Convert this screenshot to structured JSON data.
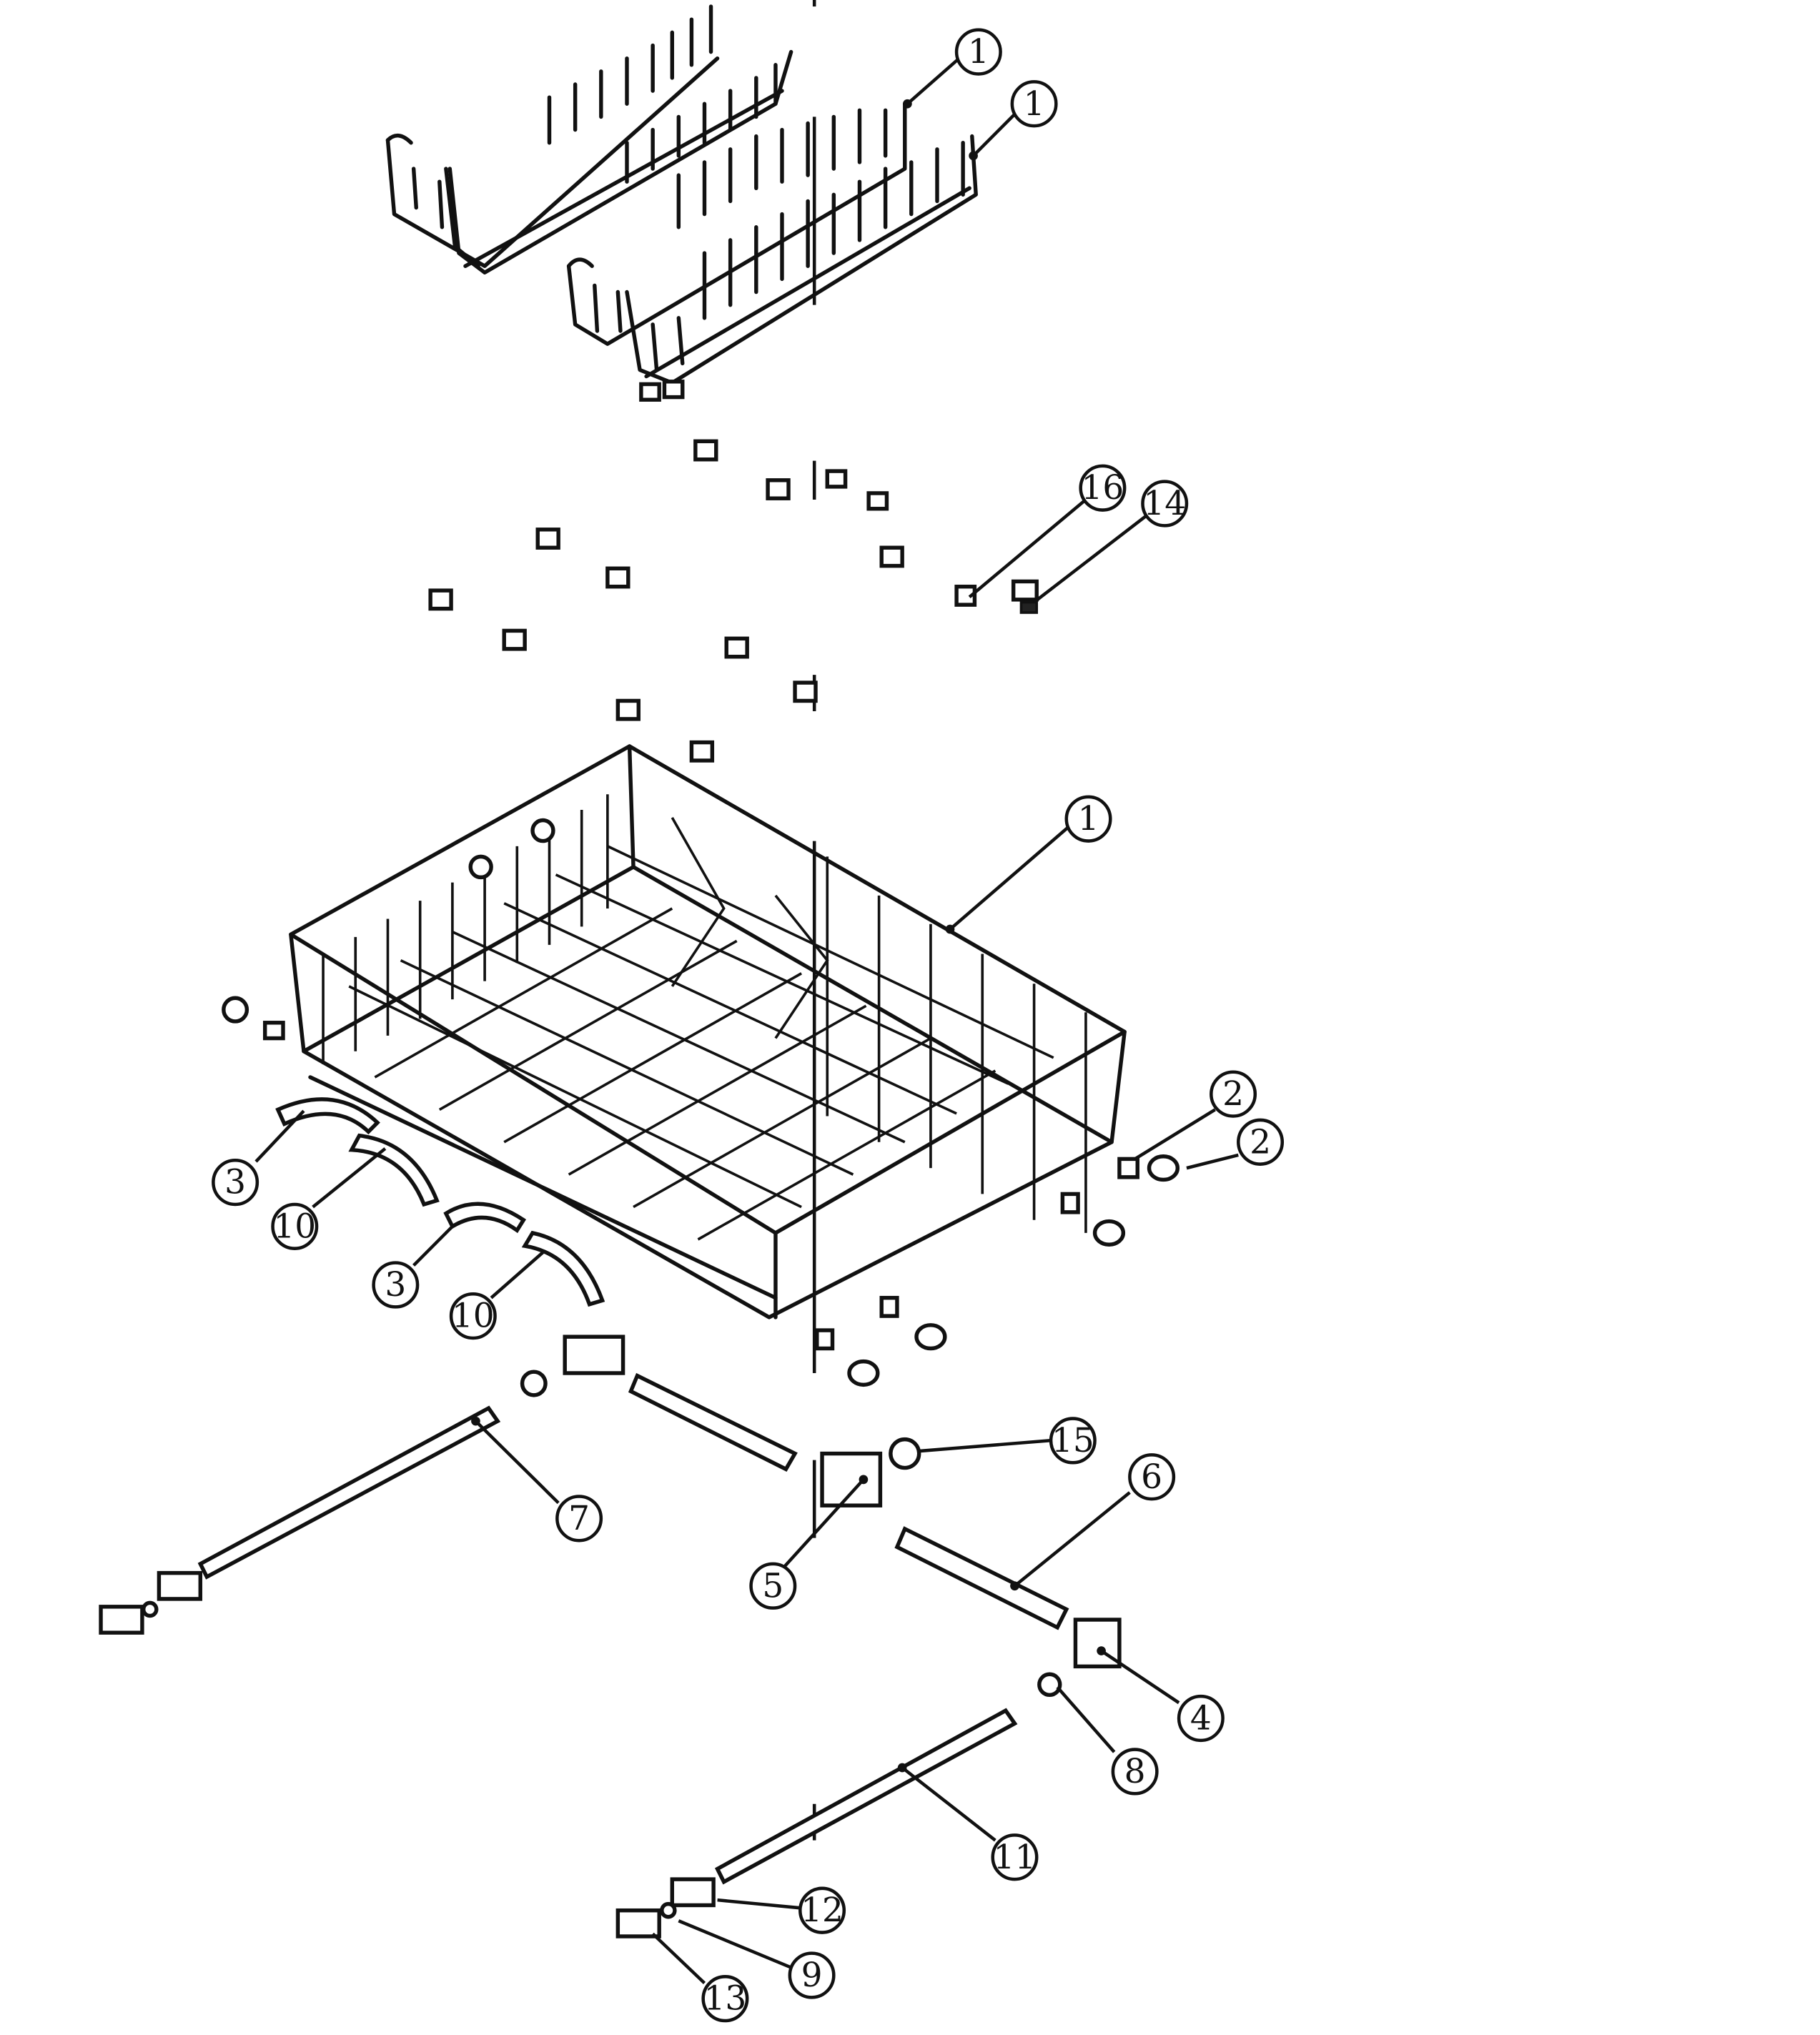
{
  "callouts": [
    {
      "id": "c1a",
      "label": "1"
    },
    {
      "id": "c1b",
      "label": "1"
    },
    {
      "id": "c16",
      "label": "16"
    },
    {
      "id": "c14",
      "label": "14"
    },
    {
      "id": "c1c",
      "label": "1"
    },
    {
      "id": "c2a",
      "label": "2"
    },
    {
      "id": "c2b",
      "label": "2"
    },
    {
      "id": "c3a",
      "label": "3"
    },
    {
      "id": "c10a",
      "label": "10"
    },
    {
      "id": "c3b",
      "label": "3"
    },
    {
      "id": "c10b",
      "label": "10"
    },
    {
      "id": "c15",
      "label": "15"
    },
    {
      "id": "c6",
      "label": "6"
    },
    {
      "id": "c7",
      "label": "7"
    },
    {
      "id": "c5",
      "label": "5"
    },
    {
      "id": "c4",
      "label": "4"
    },
    {
      "id": "c8",
      "label": "8"
    },
    {
      "id": "c11",
      "label": "11"
    },
    {
      "id": "c12",
      "label": "12"
    },
    {
      "id": "c9",
      "label": "9"
    },
    {
      "id": "c13",
      "label": "13"
    }
  ]
}
